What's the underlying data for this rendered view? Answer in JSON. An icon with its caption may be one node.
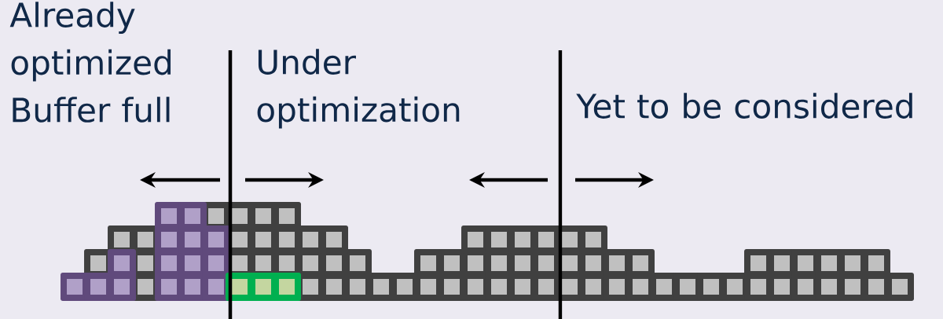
{
  "diagram": {
    "labels": [
      "Already optimized Buffer full",
      "Under optimization",
      "Yet to be considered"
    ]
  }
}
